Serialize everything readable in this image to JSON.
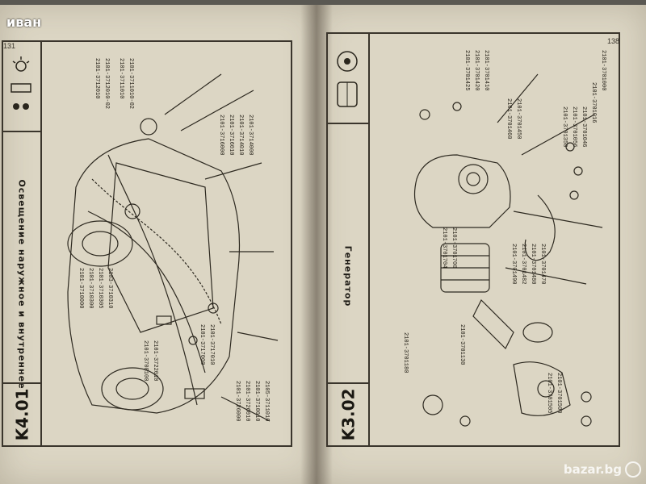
{
  "watermark": "иван",
  "marketplace": "bazar.bg",
  "left_page": {
    "section_code": "K4.01",
    "section_title": "Освещение наружное и внутреннее",
    "page_number": "131",
    "part_numbers": [
      "2101-3712010",
      "2101-3712010-02",
      "2101-3711010",
      "2101-3711010-02",
      "2101-3714000",
      "2101-3714010",
      "2101-3716010",
      "2101-3716000",
      "2101-3710000",
      "2101-3710300",
      "2101-3710305",
      "2103-3710310",
      "2101-3708100",
      "2101-3722010",
      "2101-3717010",
      "2101-3717000",
      "2105-3711010",
      "2101-3710010",
      "2101-3726010",
      "2101-3726000"
    ]
  },
  "right_page": {
    "section_code": "K3.02",
    "section_title": "Генератор",
    "page_number": "138",
    "part_numbers": [
      "2101-3701000",
      "2101-3701016",
      "2101-3701046",
      "2101-3701056",
      "2101-3701350",
      "2101-3701410",
      "2101-3701420",
      "2101-3701425",
      "2101-3701450",
      "2101-3701460",
      "2101-3701470",
      "2101-3701480",
      "2101-3701482",
      "2101-3701490",
      "2101-3701500",
      "2101-3701505",
      "2101-3701700",
      "2101-3701704",
      "2101-3701130",
      "2101-3701180"
    ]
  }
}
